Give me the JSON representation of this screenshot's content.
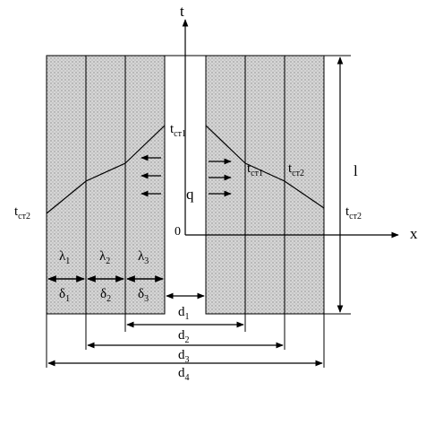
{
  "axes": {
    "t": "t",
    "x": "x",
    "origin": "0"
  },
  "temperatures": {
    "t_left_outer": {
      "base": "t",
      "sub": "ст2"
    },
    "t_left_inner": {
      "base": "t",
      "sub": "ст1"
    },
    "t_right_inner": {
      "base": "t",
      "sub": "ст1"
    },
    "t_right_mid": {
      "base": "t",
      "sub": "ст2"
    },
    "t_right_outer": {
      "base": "t",
      "sub": "ст2"
    }
  },
  "heat_flux": "q",
  "height": "l",
  "layers": {
    "conductivities": [
      {
        "base": "λ",
        "sub": "1"
      },
      {
        "base": "λ",
        "sub": "2"
      },
      {
        "base": "λ",
        "sub": "3"
      }
    ],
    "thicknesses": [
      {
        "base": "δ",
        "sub": "1"
      },
      {
        "base": "δ",
        "sub": "2"
      },
      {
        "base": "δ",
        "sub": "3"
      }
    ]
  },
  "distances": [
    {
      "base": "d",
      "sub": "1"
    },
    {
      "base": "d",
      "sub": "2"
    },
    {
      "base": "d",
      "sub": "3"
    },
    {
      "base": "d",
      "sub": "4"
    }
  ],
  "colors": {
    "wall_fill": "#cfcfcf",
    "line": "#000000"
  }
}
